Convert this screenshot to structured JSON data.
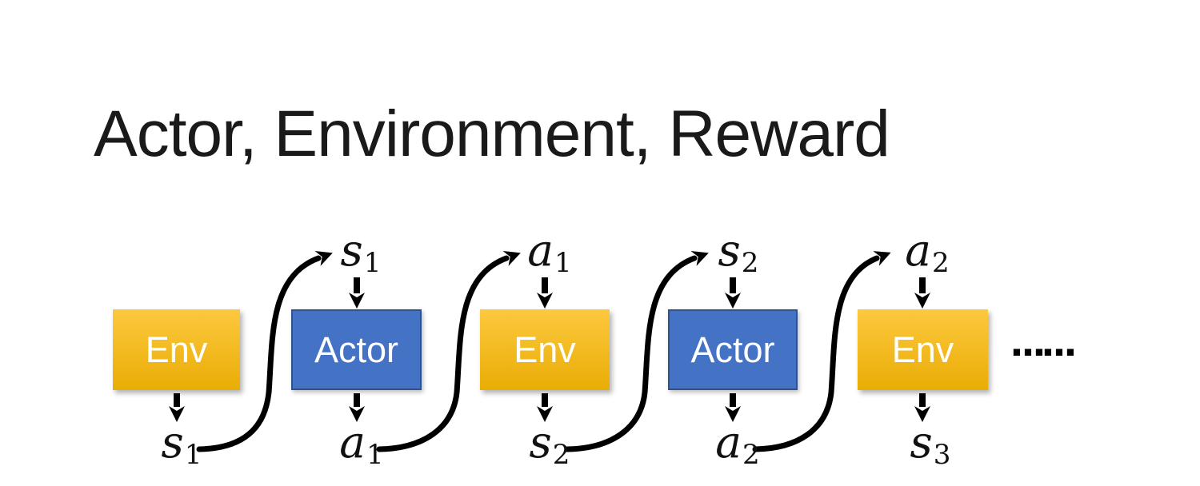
{
  "slide": {
    "title": "Actor, Environment, Reward",
    "ellipsis": "……",
    "boxes": [
      {
        "label": "Env",
        "type": "environment"
      },
      {
        "label": "Actor",
        "type": "actor"
      },
      {
        "label": "Env",
        "type": "environment"
      },
      {
        "label": "Actor",
        "type": "actor"
      },
      {
        "label": "Env",
        "type": "environment"
      }
    ],
    "top_labels": [
      {
        "base": "s",
        "sub": "1"
      },
      {
        "base": "a",
        "sub": "1"
      },
      {
        "base": "s",
        "sub": "2"
      },
      {
        "base": "a",
        "sub": "2"
      }
    ],
    "bottom_labels": [
      {
        "base": "s",
        "sub": "1"
      },
      {
        "base": "a",
        "sub": "1"
      },
      {
        "base": "s",
        "sub": "2"
      },
      {
        "base": "a",
        "sub": "2"
      },
      {
        "base": "s",
        "sub": "3"
      }
    ],
    "colors": {
      "background": "#FFFFFF",
      "title_text": "#1A1A1A",
      "env_gradient_top": "#FDC83F",
      "env_gradient_bottom": "#E9AD05",
      "actor_fill": "#4472C4",
      "actor_border": "#2F528F",
      "box_text": "#FFFFFF",
      "arrow": "#000000"
    }
  }
}
